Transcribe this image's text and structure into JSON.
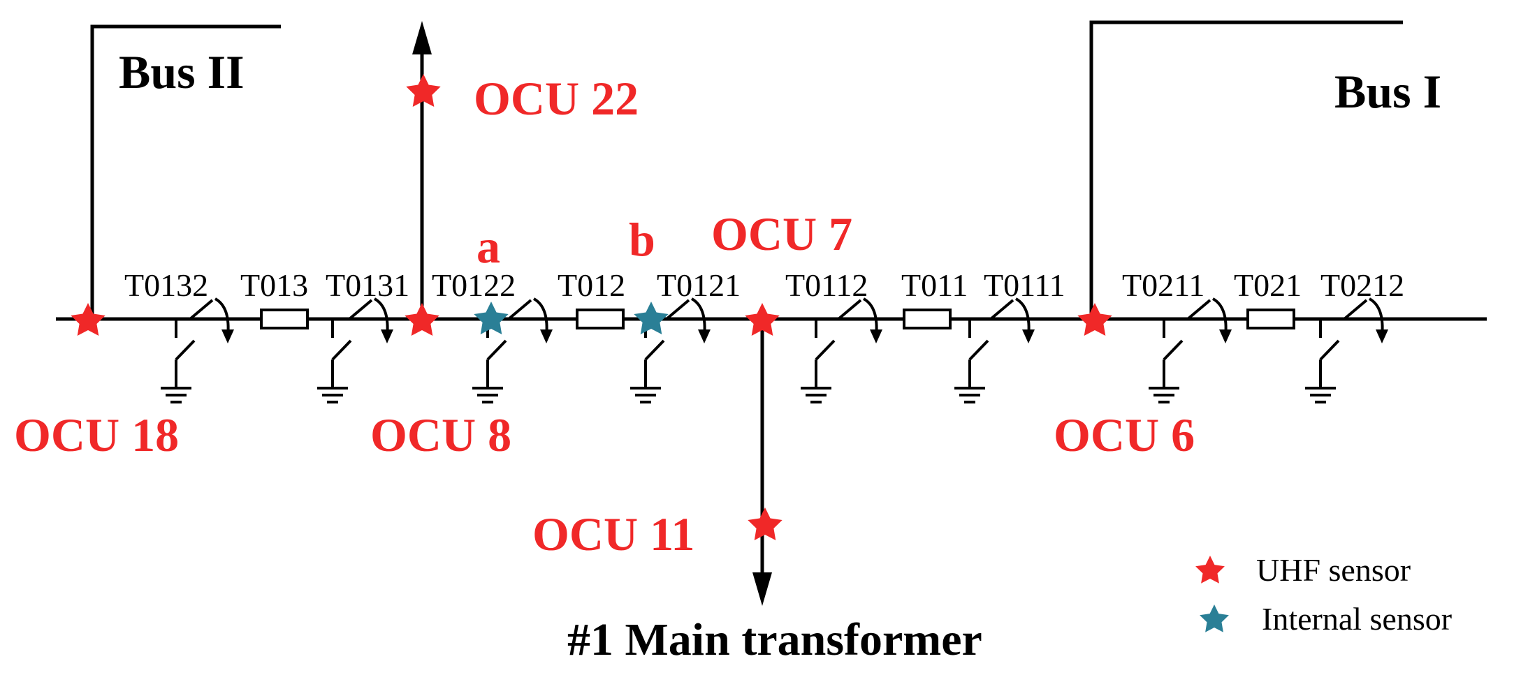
{
  "buses": {
    "bus2": "Bus II",
    "bus1": "Bus I"
  },
  "ocu_labels": {
    "ocu22": "OCU 22",
    "ocu18": "OCU 18",
    "ocu8": "OCU 8",
    "ocu7": "OCU 7",
    "ocu6": "OCU 6",
    "ocu11": "OCU 11"
  },
  "points": {
    "a": "a",
    "b": "b"
  },
  "devices": {
    "T0132": "T0132",
    "T013": "T013",
    "T0131": "T0131",
    "T0122": "T0122",
    "T012": "T012",
    "T0121": "T0121",
    "T0112": "T0112",
    "T011": "T011",
    "T0111": "T0111",
    "T0211": "T0211",
    "T021": "T021",
    "T0212": "T0212"
  },
  "transformer": "#1 Main transformer",
  "legend": {
    "uhf": "UHF sensor",
    "internal": "Internal sensor"
  },
  "colors": {
    "uhf": "#f02828",
    "internal": "#2a7f96",
    "line": "#000000"
  }
}
